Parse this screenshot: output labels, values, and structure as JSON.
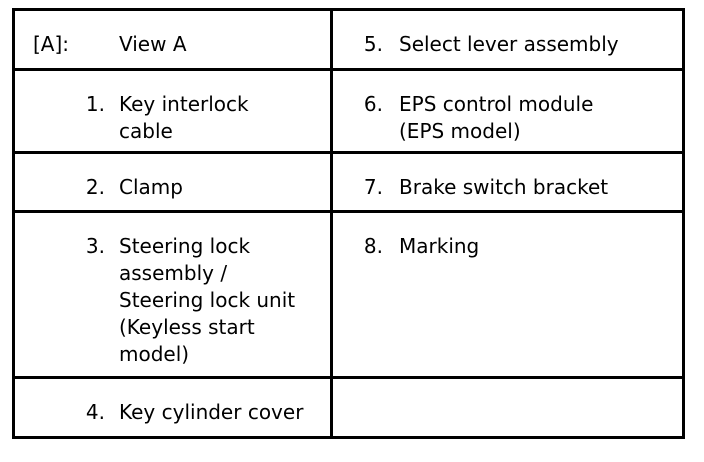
{
  "legend": {
    "rows": [
      {
        "left": {
          "num": "[A]:",
          "text": "View A"
        },
        "right": {
          "num": "5.",
          "text": "Select lever assembly"
        }
      },
      {
        "left": {
          "num": "1.",
          "text": "Key interlock\ncable"
        },
        "right": {
          "num": "6.",
          "text": "EPS control module\n(EPS model)"
        }
      },
      {
        "left": {
          "num": "2.",
          "text": "Clamp"
        },
        "right": {
          "num": "7.",
          "text": "Brake switch bracket"
        }
      },
      {
        "left": {
          "num": "3.",
          "text": "Steering lock\nassembly /\nSteering lock unit\n(Keyless start\nmodel)"
        },
        "right": {
          "num": "8.",
          "text": "Marking"
        }
      },
      {
        "left": {
          "num": "4.",
          "text": "Key cylinder cover"
        },
        "right": {
          "num": "",
          "text": ""
        }
      }
    ]
  }
}
